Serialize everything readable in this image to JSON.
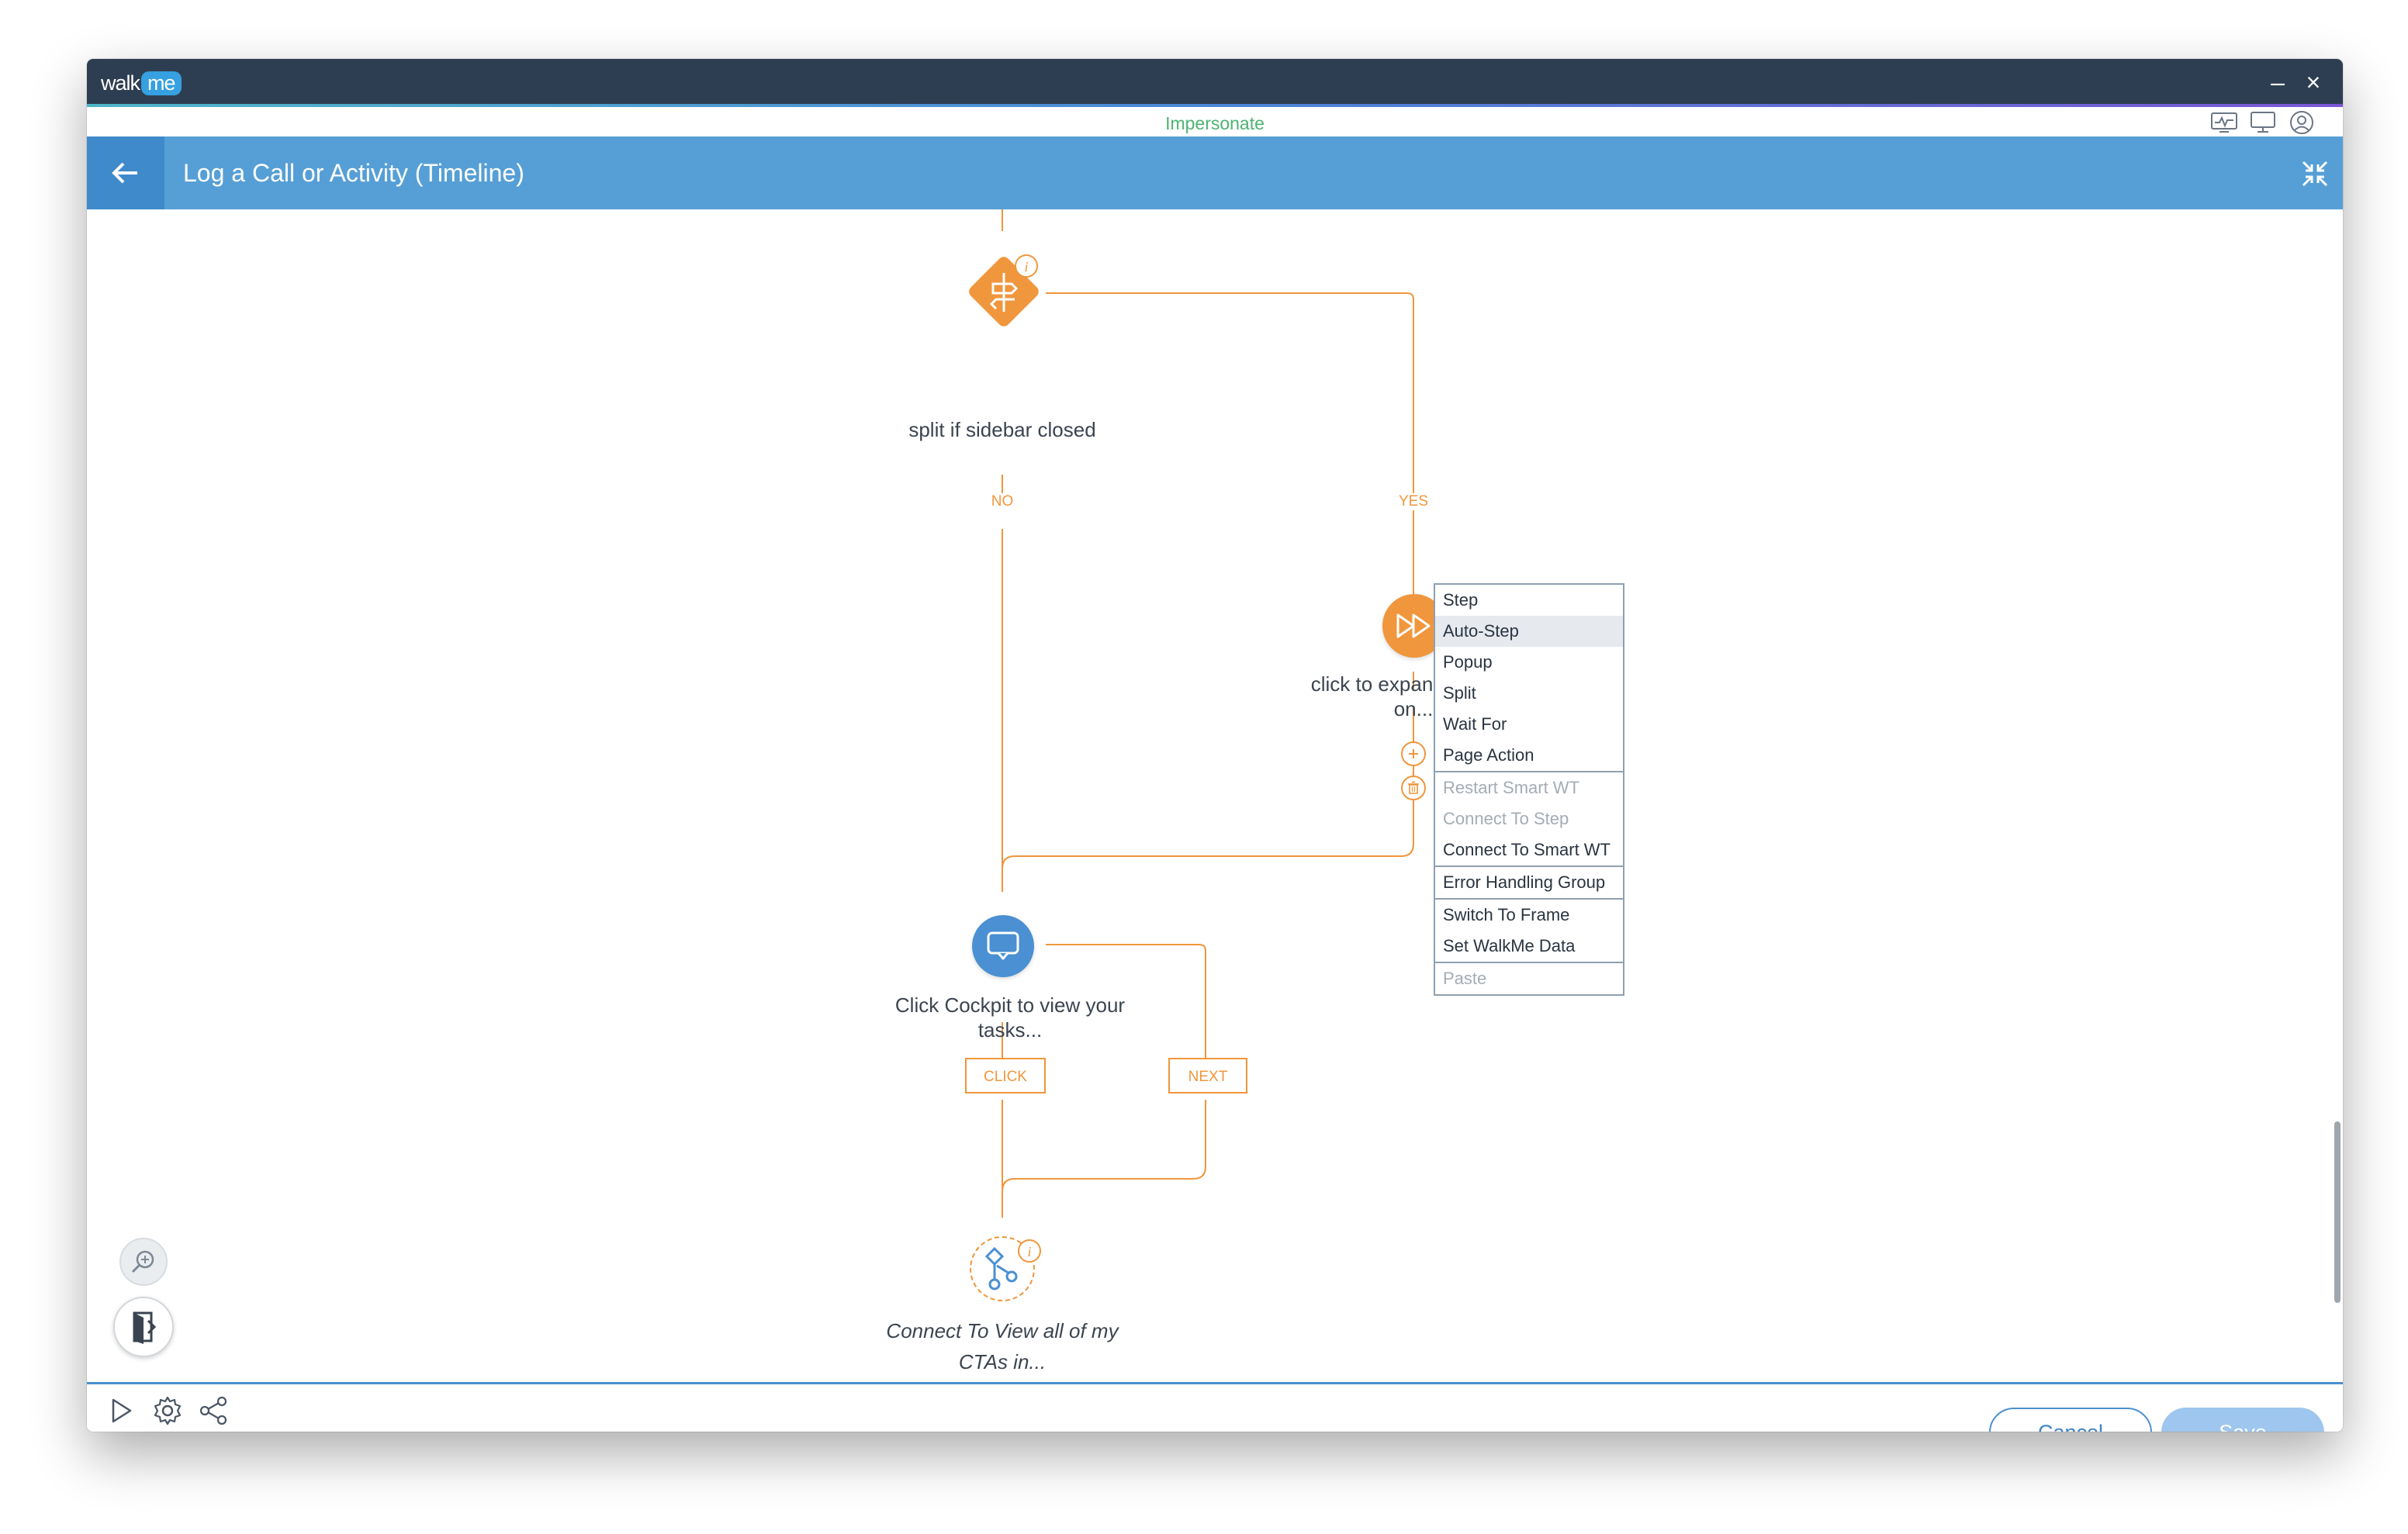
{
  "app": {
    "logo_text": "walk",
    "logo_badge": "me",
    "minimize": "–",
    "close": "×"
  },
  "impersonate": {
    "label": "Impersonate"
  },
  "top_icons": [
    "monitor-activity-icon",
    "desktop-icon",
    "user-avatar-icon"
  ],
  "header": {
    "title": "Log a Call or Activity (Timeline)",
    "back_icon": "arrow-left-icon",
    "collapse_icon": "collapse-icon"
  },
  "flow": {
    "split_node": {
      "label": "split if sidebar closed",
      "icon": "signpost-icon"
    },
    "branch_no": "NO",
    "branch_yes": "YES",
    "autostep_node": {
      "label": "click to expand sidebar on...",
      "icon": "fast-forward-icon"
    },
    "step_node": {
      "label": "Click Cockpit to view your tasks...",
      "icon": "chat-bubble-icon"
    },
    "click_label": "CLICK",
    "next_label": "NEXT",
    "connect_node": {
      "label": "Connect To View all of my CTAs in...",
      "icon": "branch-connect-icon"
    }
  },
  "menu": {
    "groups": [
      [
        {
          "label": "Step"
        },
        {
          "label": "Auto-Step",
          "highlighted": true
        },
        {
          "label": "Popup"
        },
        {
          "label": "Split"
        },
        {
          "label": "Wait For"
        },
        {
          "label": "Page Action"
        }
      ],
      [
        {
          "label": "Restart Smart WT",
          "disabled": true
        },
        {
          "label": "Connect To Step",
          "disabled": true
        },
        {
          "label": "Connect To Smart WT"
        }
      ],
      [
        {
          "label": "Error Handling Group"
        }
      ],
      [
        {
          "label": "Switch To Frame"
        },
        {
          "label": "Set WalkMe Data"
        }
      ],
      [
        {
          "label": "Paste",
          "disabled": true
        }
      ]
    ]
  },
  "footer": {
    "cancel": "Cancel",
    "save": "Save"
  },
  "colors": {
    "accent_orange": "#f0963c",
    "header_blue": "#569fd6",
    "titlebar": "#2e3e52",
    "step_blue": "#4a90d2"
  }
}
